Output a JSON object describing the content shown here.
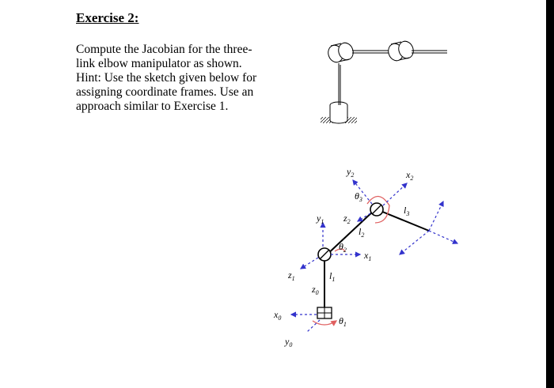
{
  "exercise_title": "Exercise 2:",
  "problem_text": "Compute the Jacobian for the three-link elbow manipulator as shown. Hint: Use the sketch given below for assigning coordinate frames. Use an approach similar to Exercise 1.",
  "diagram_labels": {
    "y2": "y",
    "y2_sub": "2",
    "x2": "x",
    "x2_sub": "2",
    "theta3": "θ",
    "theta3_sub": "3",
    "l3": "l",
    "l3_sub": "3",
    "y1": "y",
    "y1_sub": "1",
    "z2": "z",
    "z2_sub": "2",
    "l2": "l",
    "l2_sub": "2",
    "theta2": "θ",
    "theta2_sub": "2",
    "x1": "x",
    "x1_sub": "1",
    "z1": "z",
    "z1_sub": "1",
    "l1": "l",
    "l1_sub": "1",
    "z0": "z",
    "z0_sub": "0",
    "x0": "x",
    "x0_sub": "0",
    "theta1": "θ",
    "theta1_sub": "1",
    "y0": "y",
    "y0_sub": "0"
  },
  "colors": {
    "axis_blue": "#3333cc",
    "rotation_red": "#e06060"
  }
}
